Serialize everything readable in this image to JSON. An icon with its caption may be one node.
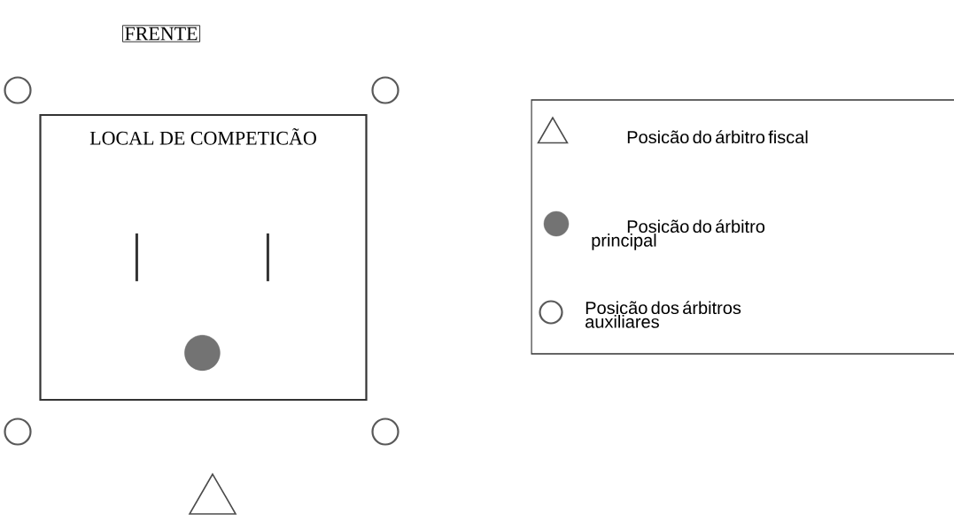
{
  "diagram": {
    "nodes": [
      {
        "text": [
          "FRENTE"
        ]
      },
      {
        "text": [],
        "shape": "circle"
      },
      {
        "text": [],
        "shape": "circle"
      },
      {
        "text": [
          "LOCAL DE COMPETICÃO"
        ]
      },
      {
        "text": [],
        "shape": "bar",
        "in": 3
      },
      {
        "text": [],
        "shape": "bar",
        "in": 3
      },
      {
        "text": [],
        "shape": "dot",
        "in": 3
      },
      {
        "text": [],
        "shape": "circle"
      },
      {
        "text": [],
        "shape": "circle"
      },
      {
        "text": [],
        "shape": "triangle"
      }
    ],
    "legend": [
      {
        "text": "Posicão do árbitro fiscal"
      },
      {
        "text": "Posicão do árbitro principal"
      },
      {
        "text": "Posicão dos árbitros auxiliares"
      }
    ]
  }
}
